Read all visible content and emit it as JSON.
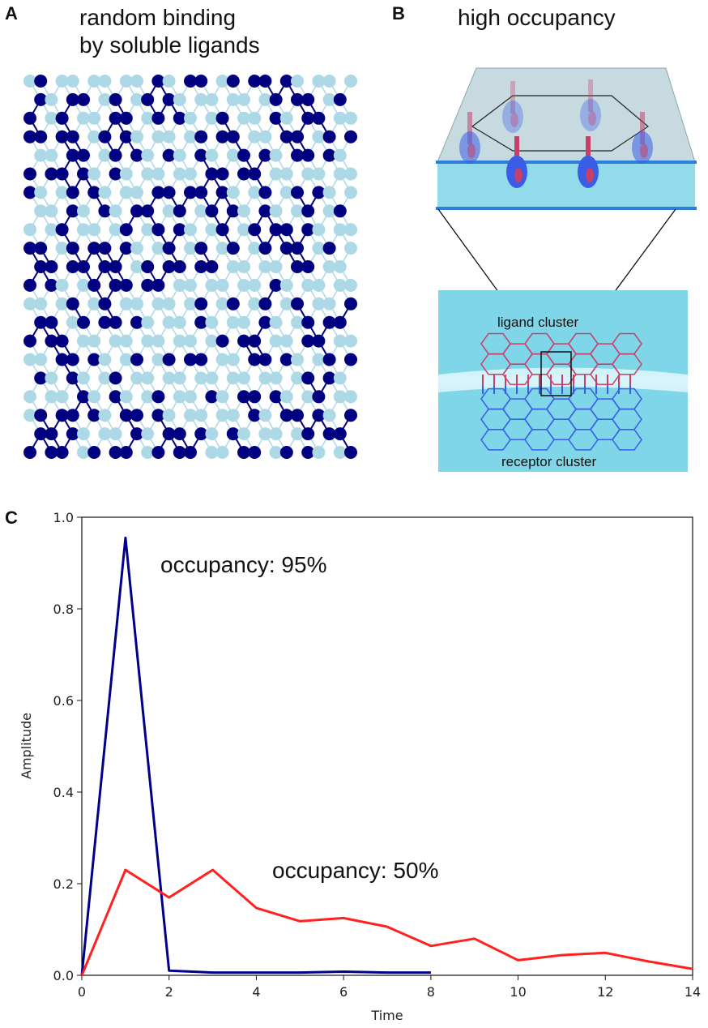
{
  "panels": {
    "a": {
      "letter": "A",
      "title_line1": "random binding",
      "title_line2": "by soluble ligands"
    },
    "b": {
      "letter": "B",
      "title": "high occupancy",
      "ligand_label": "ligand cluster",
      "receptor_label": "receptor cluster"
    },
    "c": {
      "letter": "C"
    }
  },
  "colors": {
    "lattice_light": "#add8e6",
    "lattice_dark": "#000080",
    "ligand": "#c8406a",
    "receptor": "#3a5de8",
    "membrane": "#8fdcec",
    "series_95": "#00008b",
    "series_50": "#ff2020"
  },
  "lattice": {
    "occupancy": 0.5
  },
  "chart_data": {
    "type": "line",
    "xlabel": "Time",
    "ylabel": "Amplitude",
    "xlim": [
      0,
      14
    ],
    "ylim": [
      0,
      1.0
    ],
    "xticks": [
      0,
      2,
      4,
      6,
      8,
      10,
      12,
      14
    ],
    "yticks": [
      0.0,
      0.2,
      0.4,
      0.6,
      0.8,
      1.0
    ],
    "grid": false,
    "series": [
      {
        "name": "occupancy: 95%",
        "color": "#00008b",
        "x": [
          0,
          1,
          2,
          3,
          4,
          5,
          6,
          7,
          8
        ],
        "y": [
          0.0,
          0.955,
          0.01,
          0.006,
          0.006,
          0.006,
          0.008,
          0.006,
          0.006
        ]
      },
      {
        "name": "occupancy: 50%",
        "color": "#ff2020",
        "x": [
          0,
          1,
          2,
          3,
          4,
          5,
          6,
          7,
          8,
          9,
          10,
          11,
          12,
          13,
          14
        ],
        "y": [
          0.0,
          0.23,
          0.17,
          0.23,
          0.147,
          0.118,
          0.125,
          0.106,
          0.064,
          0.08,
          0.033,
          0.044,
          0.049,
          0.03,
          0.014
        ]
      }
    ]
  }
}
